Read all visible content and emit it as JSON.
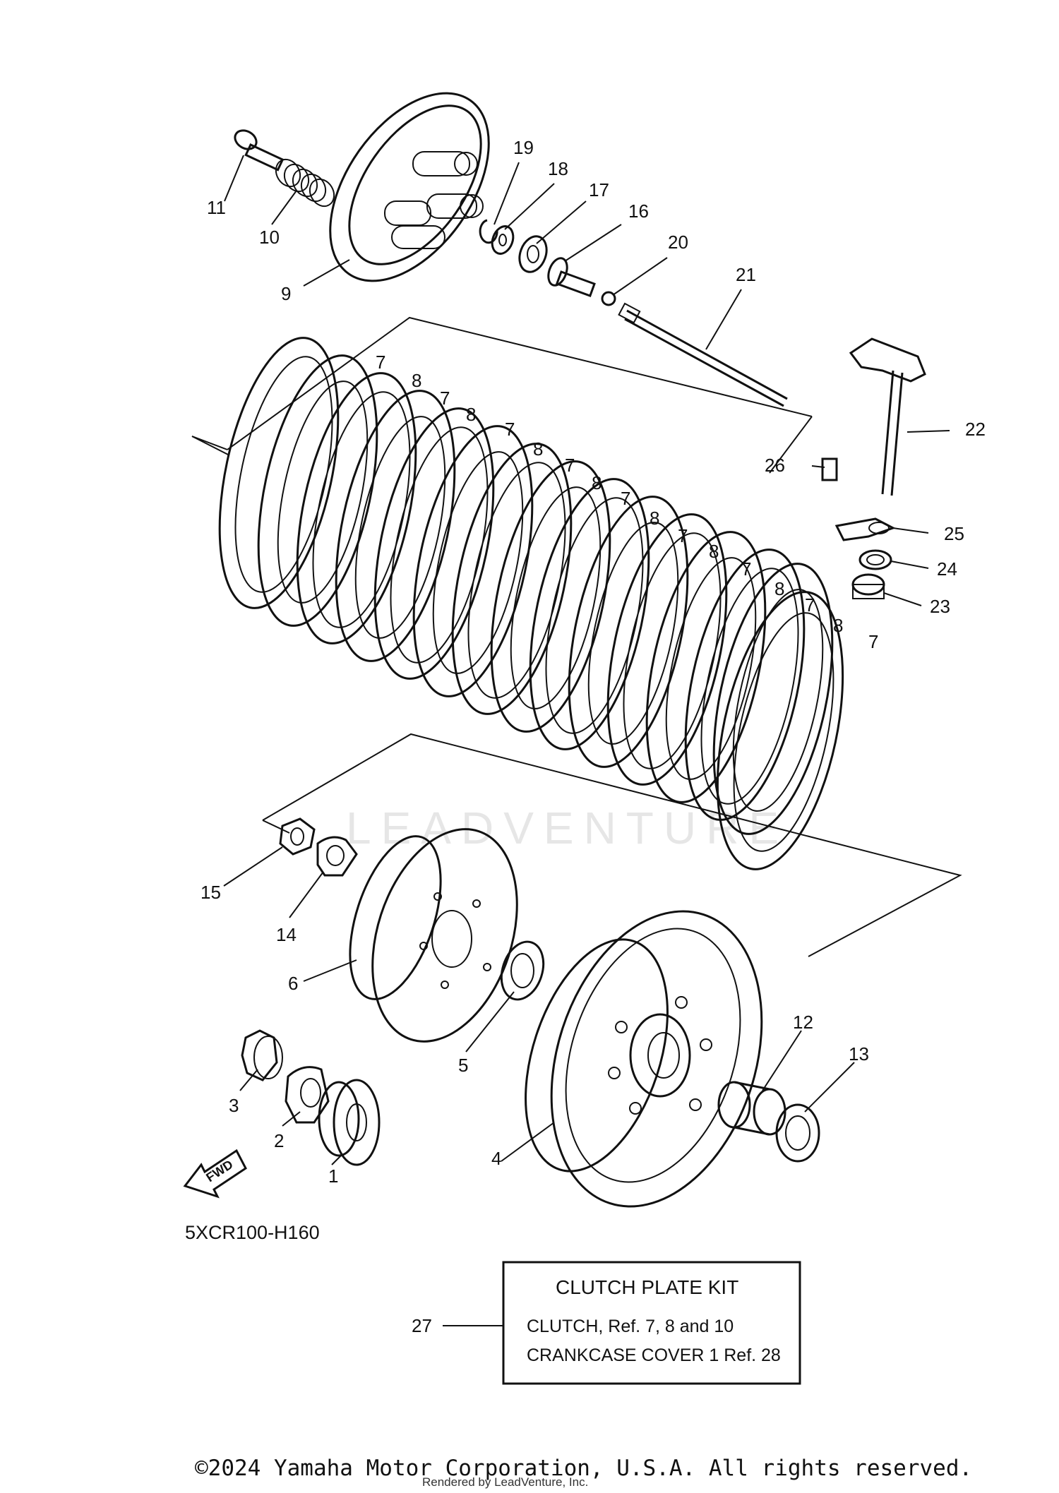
{
  "diagram": {
    "part_numbers": [
      "1",
      "2",
      "3",
      "4",
      "5",
      "6",
      "7",
      "8",
      "9",
      "10",
      "11",
      "12",
      "13",
      "14",
      "15",
      "16",
      "17",
      "18",
      "19",
      "20",
      "21",
      "22",
      "23",
      "24",
      "25",
      "26",
      "27"
    ],
    "diagram_code": "5XCR100-H160",
    "fwd_label": "FWD",
    "watermark": "LEADVENTURE"
  },
  "kit_box": {
    "ref_number": "27",
    "title": "CLUTCH PLATE KIT",
    "line1": "CLUTCH, Ref.  7, 8 and 10",
    "line2": "CRANKCASE COVER 1 Ref. 28"
  },
  "footer": {
    "copyright": "©2024 Yamaha Motor Corporation, U.S.A. All rights reserved.",
    "rendered_by": "Rendered by LeadVenture, Inc."
  }
}
